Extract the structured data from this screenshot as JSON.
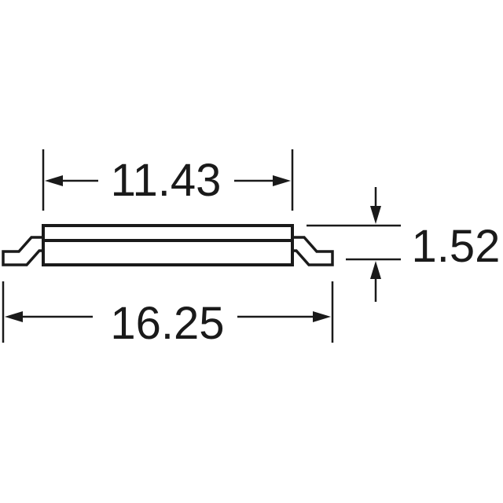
{
  "dimensions": {
    "body_length": {
      "label": "11.43"
    },
    "overall_length": {
      "label": "16.25"
    },
    "height": {
      "label": "1.52"
    }
  },
  "colors": {
    "line": "#1a1a1a",
    "background": "#ffffff"
  }
}
